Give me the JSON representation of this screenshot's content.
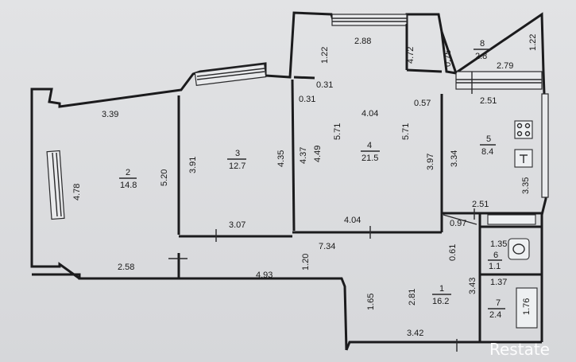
{
  "rooms": [
    {
      "id": "1",
      "number": "1",
      "area": "16.2"
    },
    {
      "id": "2",
      "number": "2",
      "area": "14.8"
    },
    {
      "id": "3",
      "number": "3",
      "area": "12.7"
    },
    {
      "id": "4",
      "number": "4",
      "area": "21.5"
    },
    {
      "id": "5",
      "number": "5",
      "area": "8.4"
    },
    {
      "id": "6",
      "number": "6",
      "area": "1.1"
    },
    {
      "id": "7",
      "number": "7",
      "area": "2.4"
    },
    {
      "id": "8",
      "number": "8",
      "area": "2.8"
    }
  ],
  "dimensions": {
    "d_339": "3.39",
    "d_478": "4.78",
    "d_520": "5.20",
    "d_258": "2.58",
    "d_391": "3.91",
    "d_307": "3.07",
    "d_435": "4.35",
    "d_437": "4.37",
    "d_449": "4.49",
    "d_571a": "5.71",
    "d_571b": "5.71",
    "d_404a": "4.04",
    "d_404b": "4.04",
    "d_397": "3.97",
    "d_288": "2.88",
    "d_122a": "1.22",
    "d_031a": "0.31",
    "d_031b": "0.31",
    "d_472": "4.72",
    "d_057": "0.57",
    "d_075": "0.75",
    "d_279": "2.79",
    "d_122b": "1.22",
    "d_251a": "2.51",
    "d_334": "3.34",
    "d_335": "3.35",
    "d_251b": "2.51",
    "d_097": "0.97",
    "d_734": "7.34",
    "d_061": "0.61",
    "d_120": "1.20",
    "d_493": "4.93",
    "d_165": "1.65",
    "d_281": "2.81",
    "d_343": "3.43",
    "d_135": "1.35",
    "d_137": "1.37",
    "d_176": "1.76",
    "d_342": "3.42"
  },
  "watermark": {
    "text": "Restate",
    "brand_color": "#ffffff"
  }
}
